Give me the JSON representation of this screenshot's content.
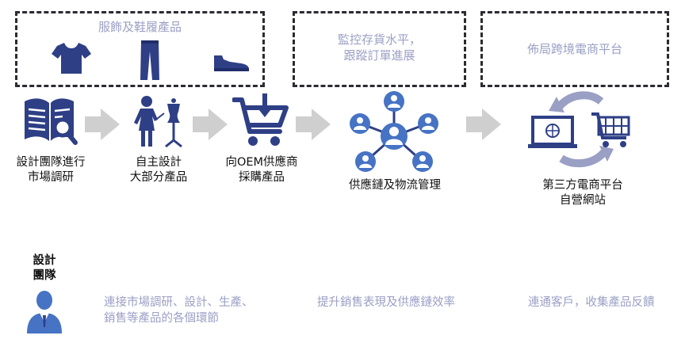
{
  "boxes": {
    "apparel": "服飾及鞋履產品",
    "inventory": "監控存貨水平，\n跟蹤訂單進展",
    "crossborder": "佈局跨境電商平台"
  },
  "steps": {
    "research": "設計團隊進行\n市場調研",
    "design": "自主設計\n大部分產品",
    "procure": "向OEM供應商\n採購產品",
    "supply_chain": "供應鏈及物流管理",
    "platform": "第三方電商平台\n自營網站"
  },
  "design_team": {
    "label": "設計\n團隊"
  },
  "bottom": {
    "connect": "連接市場調研、設計、生產、\n銷售等產品的各個環節",
    "boost": "提升銷售表現及供應鏈效率",
    "reach": "連通客戶，收集產品反饋"
  },
  "colors": {
    "navy": "#2e3f86",
    "blue": "#4673c4",
    "lavender": "#9a9fc4",
    "arrow_gray": "#cfcfcf",
    "dark": "#2b2b33"
  },
  "icons": [
    "tshirt-icon",
    "pants-icon",
    "shoe-icon",
    "book-search-icon",
    "designer-mannequin-icon",
    "cart-download-icon",
    "network-people-icon",
    "laptop-cart-cycle-icon",
    "person-suit-icon"
  ]
}
